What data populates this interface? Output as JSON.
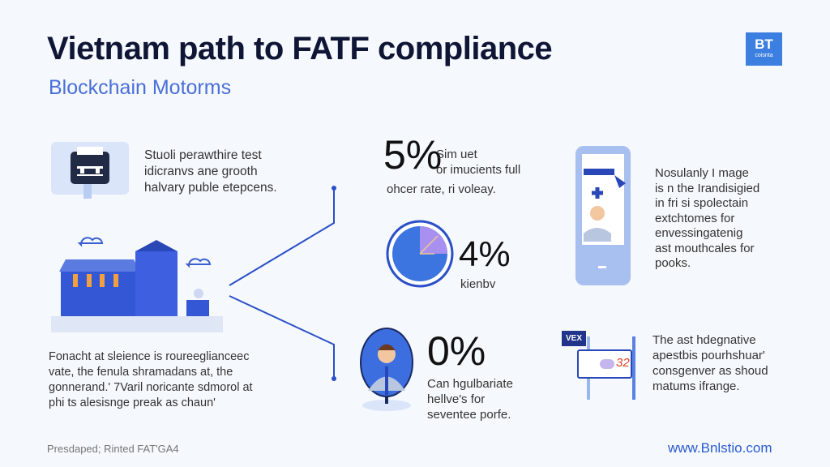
{
  "header": {
    "title": "Vietnam path to FATF compliance",
    "subtitle": "Blockchain Motorms",
    "logo_main": "BT",
    "logo_sub": "coisnta"
  },
  "left": {
    "top_text": [
      "Stuoli perawthire test",
      "idicranvs ane grooth",
      "halvary puble etepcens."
    ],
    "bottom_text": [
      "Fonacht at sleience is roureeglianceec",
      "vate, the fenula shramadans at, the",
      "gonnerand.' 7Varil noricante sdmorol at",
      "phi ts alesisnge preak as chaun'"
    ]
  },
  "stats": [
    {
      "value": "5%",
      "text": [
        "Sim uet",
        "or imucients full",
        "ohcer rate, ri voleay."
      ]
    },
    {
      "value": "4%",
      "text": [
        "kienbv"
      ]
    },
    {
      "value": "0%",
      "text": [
        "Can hgulbariate",
        "hellve's for",
        "seventee porfe."
      ]
    }
  ],
  "right": {
    "top_text": [
      "Nosulanly I mage",
      "is n the Irandisigied",
      "in fri si spolectain",
      "extchtomes for",
      "envessingatenig",
      "ast mouthcales for",
      "pooks."
    ],
    "bottom_text": [
      "The ast hdegnative",
      "apestbis pourhshuar'",
      "consgenver as shoud",
      "matums ifrange."
    ],
    "badge": "VEX",
    "badge_num": "32"
  },
  "footer": {
    "left": "Presdaped; Rinted FAT'GA4",
    "url": "www.Bnlstio.com"
  },
  "colors": {
    "accent": "#2a4fc8",
    "navy": "#0f1535",
    "light": "#c9d8f8"
  }
}
